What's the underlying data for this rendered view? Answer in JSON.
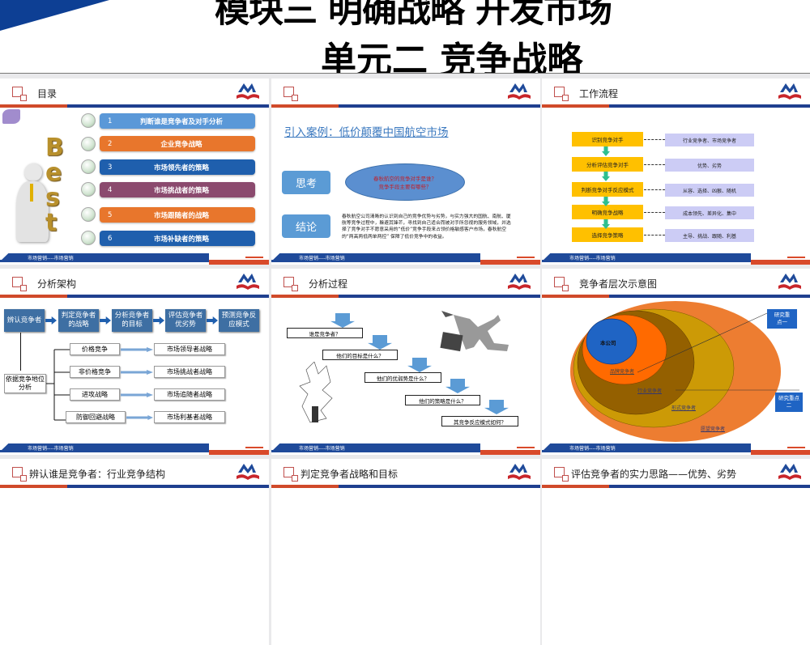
{
  "cover": {
    "line1": "模块三 明确战略 开发市场",
    "line2": "单元二 竞争战略"
  },
  "footer_text": "市场营销----市场营销",
  "slides": {
    "toc": {
      "title": "目录",
      "best": "Best",
      "items": [
        {
          "num": "1",
          "label": "判断谁是竞争者及对手分析",
          "color": "#4a8ad0"
        },
        {
          "num": "2",
          "label": "企业竞争战略",
          "color": "#e8762c"
        },
        {
          "num": "3",
          "label": "市场领先者的策略",
          "color": "#1f5fad"
        },
        {
          "num": "4",
          "label": "市场挑战者的策略",
          "color": "#8b4a6e"
        },
        {
          "num": "5",
          "label": "市场跟随者的战略",
          "color": "#e8762c"
        },
        {
          "num": "6",
          "label": "市场补缺者的策略",
          "color": "#1f5fad"
        }
      ]
    },
    "case": {
      "title": "引入案例：低价颠覆中国航空市场",
      "think": "思考",
      "question1": "春秋航空的竞争对手是谁？",
      "question2": "竞争手段主要有哪些？",
      "conclusion": "结论",
      "conclusion_text": "春秋航空公司清晰的认识到自己的竞争优势与劣势，与实力强大的国航、南航、厦航等竞争过程中，躲避其锋芒，寻找到自己适合而被对手所忽视的服务领域，并选择了竞争对手不愿意采用的“低价”竞争手段来占领价格敏感客户市场，春秋航空的“两高两低两单两控” 保障了低价竞争中的收益。"
    },
    "workflow": {
      "title": "工作流程",
      "steps": [
        {
          "step": "识别竞争对手",
          "detail": "行业竞争者、市场竞争者"
        },
        {
          "step": "分析评估竞争对手",
          "detail": "优势、劣势"
        },
        {
          "step": "判断竞争对手反应模式",
          "detail": "从容、选择、凶狠、随机"
        },
        {
          "step": "明确竞争战略",
          "detail": "成本领先、差异化、集中"
        },
        {
          "step": "选择竞争策略",
          "detail": "主导、挑战、跟随、利基"
        }
      ]
    },
    "framework": {
      "title": "分析架构",
      "top": [
        "辨认竞争者",
        "判定竞争者的战略",
        "分析竞争者的目标",
        "评估竞争者优劣势",
        "预测竞争反应模式"
      ],
      "basis": "依据竞争地位分析",
      "rows": [
        {
          "left": "价格竞争",
          "right": "市场领导者战略"
        },
        {
          "left": "非价格竞争",
          "right": "市场挑战者战略"
        },
        {
          "left": "进攻战略",
          "right": "市场追随者战略"
        },
        {
          "left": "防御回避战略",
          "right": "市场利基者战略"
        }
      ]
    },
    "process": {
      "title": "分析过程",
      "questions": [
        "谁是竞争者？",
        "他们的目标是什么？",
        "他们的优弱势是什么？",
        "他们的策略是什么？",
        "其竞争反应模式如何？"
      ]
    },
    "levels": {
      "title": "竞争者层次示意图",
      "company": "本公司",
      "brand": "品牌竞争者",
      "industry": "行业竞争者",
      "form": "形式竞争者",
      "desire": "愿望竞争者",
      "focus1": "研究重点一",
      "focus2": "研究重点二",
      "colors": {
        "desire": "#ed7d31",
        "form": "#cc9a06",
        "industry": "#946000",
        "brand": "#ff6a00",
        "company": "#1f64c4"
      }
    },
    "row3": [
      "辨认谁是竞争者：行业竞争结构",
      "判定竞争者战略和目标",
      "评估竞争者的实力思路——优势、劣势"
    ]
  },
  "colors": {
    "blue": "#1f4a9a",
    "red": "#d04a2a"
  }
}
